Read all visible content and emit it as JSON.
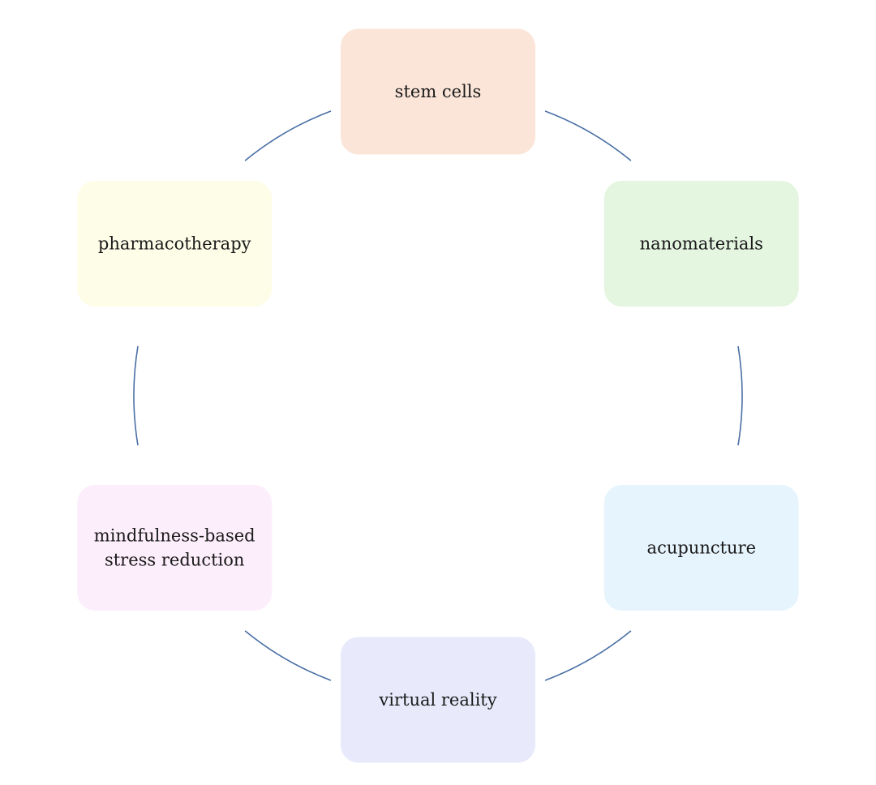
{
  "diagram": {
    "type": "cycle",
    "colors": {
      "connector": "#4a6fa5",
      "text": "#1a1a1a"
    },
    "nodes": [
      {
        "id": "stem-cells",
        "lines": [
          "stem cells"
        ],
        "fill": "#fbe5d8"
      },
      {
        "id": "nanomaterials",
        "lines": [
          "nanomaterials"
        ],
        "fill": "#e4f5e0"
      },
      {
        "id": "acupuncture",
        "lines": [
          "acupuncture"
        ],
        "fill": "#e6f4fd"
      },
      {
        "id": "virtual-reality",
        "lines": [
          "virtual reality"
        ],
        "fill": "#e8eafb"
      },
      {
        "id": "mindfulness-based-stress-reduction",
        "lines": [
          "mindfulness-based",
          "stress reduction"
        ],
        "fill": "#fdeefb"
      },
      {
        "id": "pharmacotherapy",
        "lines": [
          "pharmacotherapy"
        ],
        "fill": "#fdfde8"
      }
    ]
  }
}
